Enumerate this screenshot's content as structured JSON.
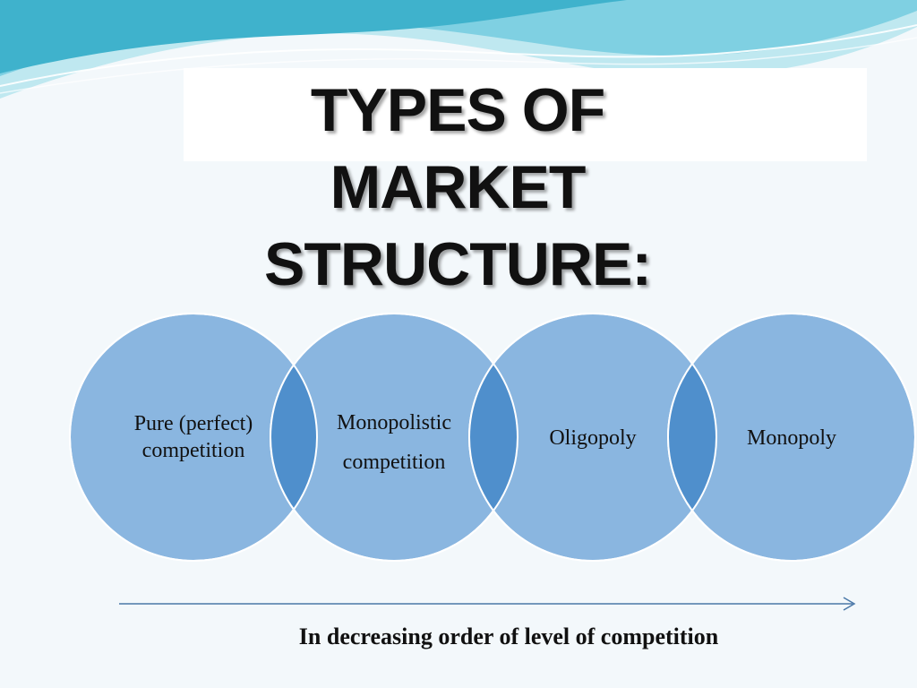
{
  "slide": {
    "title_lines": [
      "TYPES OF",
      "MARKET",
      "STRUCTURE:"
    ],
    "caption": "In decreasing order of level of competition"
  },
  "circles": [
    {
      "label_lines": [
        "Pure (perfect)",
        "competition"
      ]
    },
    {
      "label_lines": [
        "Monopolistic",
        "competition"
      ]
    },
    {
      "label_lines": [
        "Oligopoly"
      ]
    },
    {
      "label_lines": [
        "Monopoly"
      ]
    }
  ],
  "colors": {
    "circle_fill": "#8ab6e0",
    "circle_overlap": "#4f8fcc",
    "circle_stroke": "#ffffff",
    "wave_dark": "#3fb2cc",
    "wave_light": "#9fdbe8",
    "axis_line": "#4a78a8"
  }
}
